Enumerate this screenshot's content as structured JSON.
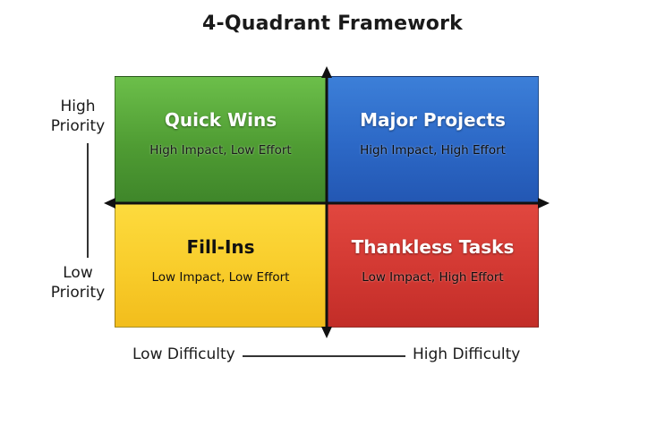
{
  "title": "4-Quadrant Framework",
  "quadrants": [
    {
      "title": "Quick Wins",
      "subtitle": "High Impact, Low Effort",
      "color": "#4f9c33"
    },
    {
      "title": "Major Projects",
      "subtitle": "High Impact, High Effort",
      "color": "#2c68c6"
    },
    {
      "title": "Fill-Ins",
      "subtitle": "Low Impact, Low Effort",
      "color": "#f8cc2a"
    },
    {
      "title": "Thankless Tasks",
      "subtitle": "Low Impact, High Effort",
      "color": "#d23832"
    }
  ],
  "vertical_axis": {
    "high_label": "High\nPriority",
    "low_label": "Low\nPriority"
  },
  "horizontal_axis": {
    "low_label": "Low Difficulty",
    "high_label": "High Difficulty"
  },
  "icons": {
    "axis_arrows": [
      "arrow-up-icon",
      "arrow-down-icon",
      "arrow-left-icon",
      "arrow-right-icon"
    ]
  }
}
